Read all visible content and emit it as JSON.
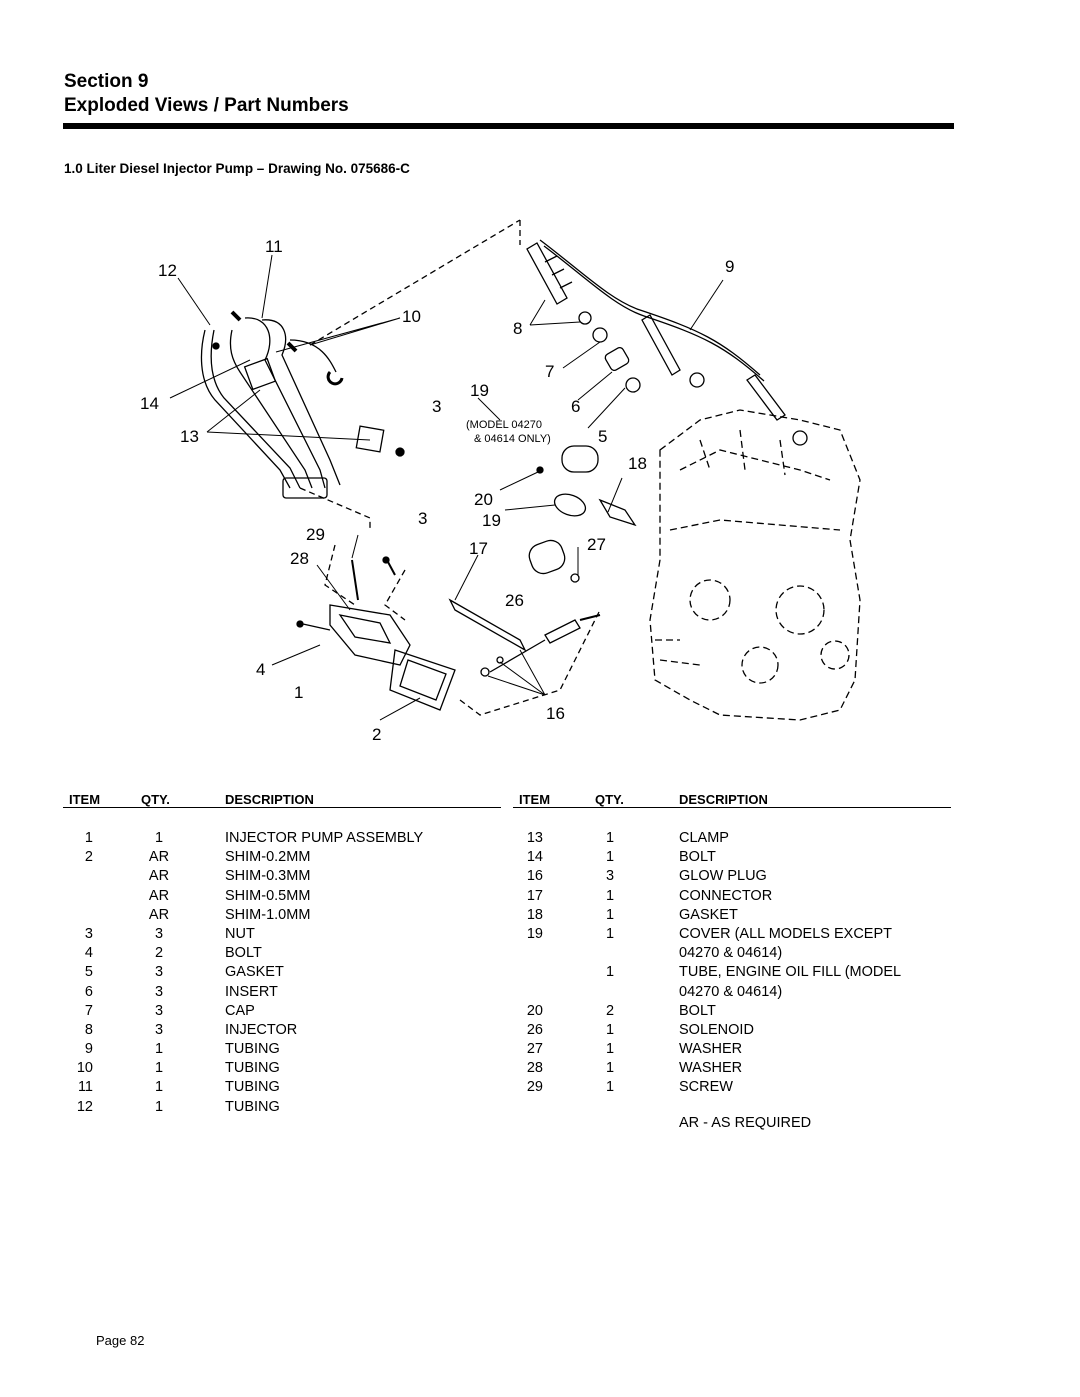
{
  "header": {
    "section": "Section 9",
    "title": "Exploded Views / Part Numbers"
  },
  "drawing": {
    "title": "1.0 Liter Diesel Injector Pump – Drawing No. 075686-C",
    "model_note_line1": "(MODEL 04270",
    "model_note_line2": "& 04614 ONLY)",
    "callouts": {
      "c1": "1",
      "c2": "2",
      "c3a": "3",
      "c3b": "3",
      "c4": "4",
      "c5": "5",
      "c6": "6",
      "c7": "7",
      "c8": "8",
      "c9": "9",
      "c10": "10",
      "c11": "11",
      "c12": "12",
      "c13": "13",
      "c14": "14",
      "c16": "16",
      "c17": "17",
      "c18": "18",
      "c19a": "19",
      "c19b": "19",
      "c20": "20",
      "c26": "26",
      "c27": "27",
      "c28": "28",
      "c29": "29"
    }
  },
  "table_headers": {
    "item": "ITEM",
    "qty": "QTY.",
    "description": "DESCRIPTION"
  },
  "parts_left": [
    {
      "item": "1",
      "qty": "1",
      "desc": "INJECTOR PUMP ASSEMBLY"
    },
    {
      "item": "2",
      "qty": "AR",
      "desc": "SHIM-0.2MM"
    },
    {
      "item": "",
      "qty": "AR",
      "desc": "SHIM-0.3MM"
    },
    {
      "item": "",
      "qty": "AR",
      "desc": "SHIM-0.5MM"
    },
    {
      "item": "",
      "qty": "AR",
      "desc": "SHIM-1.0MM"
    },
    {
      "item": "3",
      "qty": "3",
      "desc": "NUT"
    },
    {
      "item": "4",
      "qty": "2",
      "desc": "BOLT"
    },
    {
      "item": "5",
      "qty": "3",
      "desc": "GASKET"
    },
    {
      "item": "6",
      "qty": "3",
      "desc": "INSERT"
    },
    {
      "item": "7",
      "qty": "3",
      "desc": "CAP"
    },
    {
      "item": "8",
      "qty": "3",
      "desc": "INJECTOR"
    },
    {
      "item": "9",
      "qty": "1",
      "desc": "TUBING"
    },
    {
      "item": "10",
      "qty": "1",
      "desc": "TUBING"
    },
    {
      "item": "11",
      "qty": "1",
      "desc": "TUBING"
    },
    {
      "item": "12",
      "qty": "1",
      "desc": "TUBING"
    }
  ],
  "parts_right": [
    {
      "item": "13",
      "qty": "1",
      "desc": "CLAMP"
    },
    {
      "item": "14",
      "qty": "1",
      "desc": "BOLT"
    },
    {
      "item": "16",
      "qty": "3",
      "desc": "GLOW PLUG"
    },
    {
      "item": "17",
      "qty": "1",
      "desc": "CONNECTOR"
    },
    {
      "item": "18",
      "qty": "1",
      "desc": "GASKET"
    },
    {
      "item": "19",
      "qty": "1",
      "desc": "COVER (ALL MODELS EXCEPT"
    },
    {
      "item": "",
      "qty": "",
      "desc": "04270 & 04614)"
    },
    {
      "item": "",
      "qty": "1",
      "desc": "TUBE, ENGINE OIL FILL (MODEL"
    },
    {
      "item": "",
      "qty": "",
      "desc": "04270 & 04614)"
    },
    {
      "item": "20",
      "qty": "2",
      "desc": "BOLT"
    },
    {
      "item": "26",
      "qty": "1",
      "desc": "SOLENOID"
    },
    {
      "item": "27",
      "qty": "1",
      "desc": "WASHER"
    },
    {
      "item": "28",
      "qty": "1",
      "desc": "WASHER"
    },
    {
      "item": "29",
      "qty": "1",
      "desc": "SCREW"
    }
  ],
  "note": "AR - AS REQUIRED",
  "footer": {
    "page": "Page 82"
  }
}
